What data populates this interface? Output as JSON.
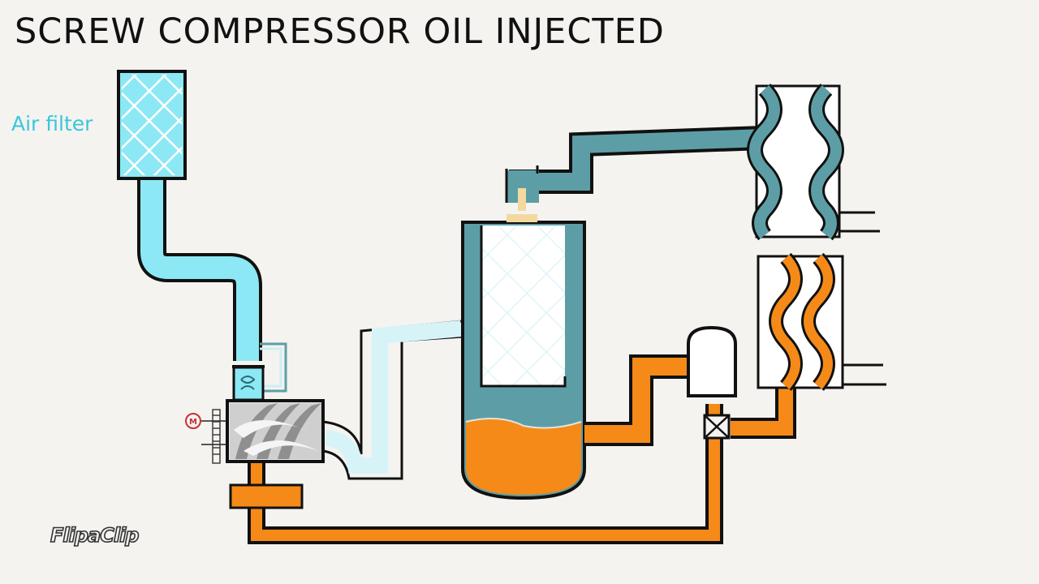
{
  "title": "SCREW COMPRESSOR OIL INJECTED",
  "labels": {
    "air_filter": "Air filter",
    "motor": "M"
  },
  "watermark": "FlipaClip",
  "colors": {
    "air": "#8ce8f4",
    "air_text": "#3ac6dc",
    "oil": "#f58a18",
    "compressed_air": "#5d9ea6",
    "filter_mesh": "#dff5f8",
    "motor": "#c2323a",
    "outline": "#111111",
    "background": "#f4f3ef"
  },
  "components": {
    "air_filter": "air-filter",
    "inlet_valve": "inlet-valve",
    "motor": "motor",
    "screw_element": "screw-element",
    "separator_tank": "separator-tank",
    "separator_element": "separator-element",
    "air_cooler": "air-cooler",
    "oil_cooler": "oil-cooler",
    "oil_filter": "oil-filter",
    "thermostatic_valve": "thermostatic-valve"
  }
}
